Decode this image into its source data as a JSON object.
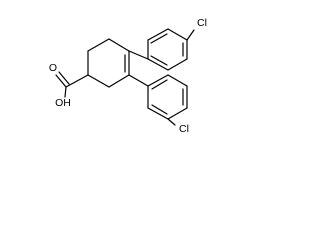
{
  "molecule": {
    "labels": {
      "cl_top": "Cl",
      "cl_bottom": "Cl",
      "carbonyl_o": "O",
      "hydroxyl": "OH"
    },
    "colors": {
      "bond": "#000000",
      "text": "#000000",
      "background": "#ffffff"
    }
  }
}
